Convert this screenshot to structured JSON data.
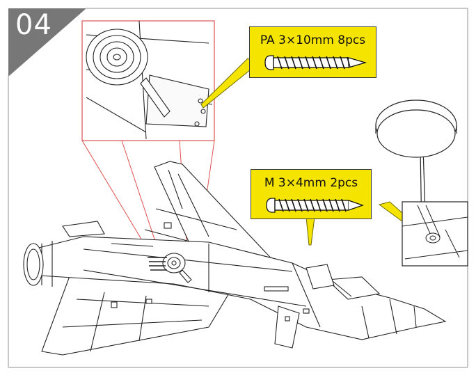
{
  "step": {
    "number": "04"
  },
  "callouts": {
    "pa": {
      "text": "PA 3×10mm 8pcs",
      "part": "self-tapping-screw"
    },
    "m": {
      "text": "M 3×4mm 2pcs",
      "part": "machine-screw"
    }
  },
  "colors": {
    "step_badge": "#777777",
    "callout_fill": "#f5e300",
    "zoom_lines": "#e05050",
    "line_art": "#222222",
    "frame": "#b5b5b5"
  }
}
